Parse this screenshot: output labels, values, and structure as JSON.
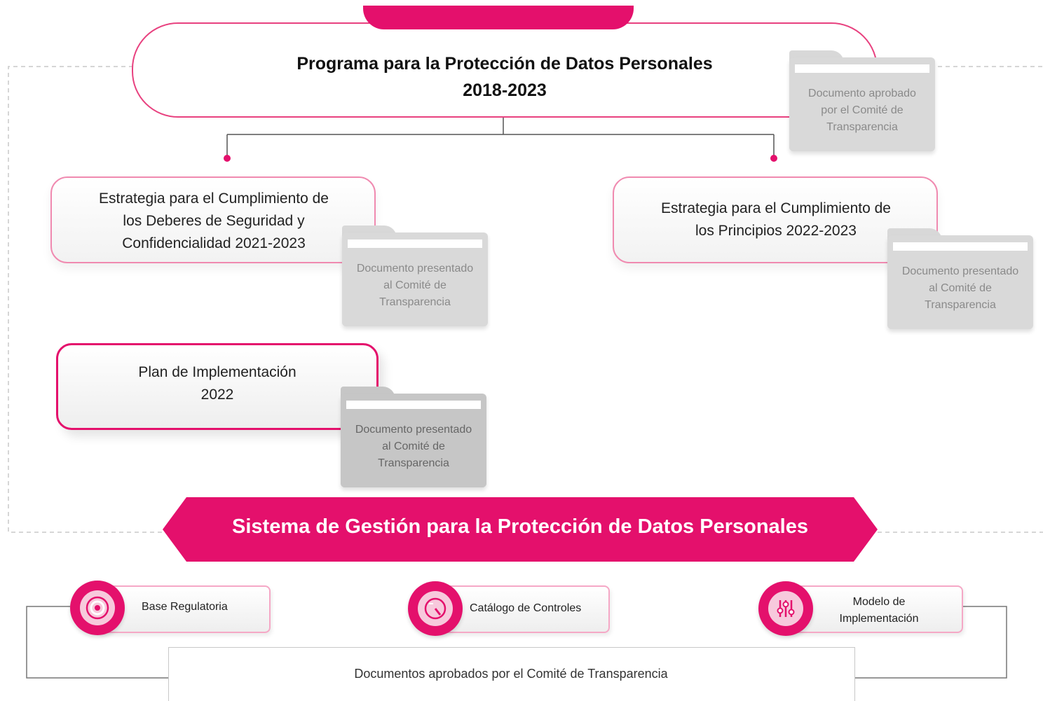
{
  "program": {
    "title_line1": "Programa para la Protección de Datos Personales",
    "title_line2": "2018-2023",
    "folder_text": [
      "Documento aprobado",
      "por el Comité de",
      "Transparencia"
    ]
  },
  "strategies": [
    {
      "lines": [
        "Estrategia para el Cumplimiento de",
        "los Deberes de Seguridad y",
        "Confidencialidad 2021-2023"
      ],
      "folder_text": [
        "Documento presentado",
        "al Comité de",
        "Transparencia"
      ]
    },
    {
      "lines": [
        "Estrategia para el Cumplimiento de",
        "los Principios 2022-2023"
      ],
      "folder_text": [
        "Documento presentado",
        "al Comité de",
        "Transparencia"
      ]
    }
  ],
  "plan": {
    "lines": [
      "Plan de Implementación",
      "2022"
    ],
    "folder_text": [
      "Documento presentado",
      "al Comité de",
      "Transparencia"
    ]
  },
  "system": {
    "title": "Sistema de Gestión para la Protección de Datos Personales",
    "components": [
      {
        "label": "Base Regulatoria",
        "icon": "target-icon"
      },
      {
        "label": "Catálogo de Controles",
        "icon": "gauge-icon"
      },
      {
        "label_line1": "Modelo de",
        "label_line2": "Implementación",
        "icon": "sliders-icon"
      }
    ],
    "documents_label": "Documentos aprobados por el Comité de Transparencia"
  },
  "colors": {
    "accent": "#e4106c",
    "accent_light": "#f08ab0",
    "folder_gray": "#d9d9d9"
  }
}
